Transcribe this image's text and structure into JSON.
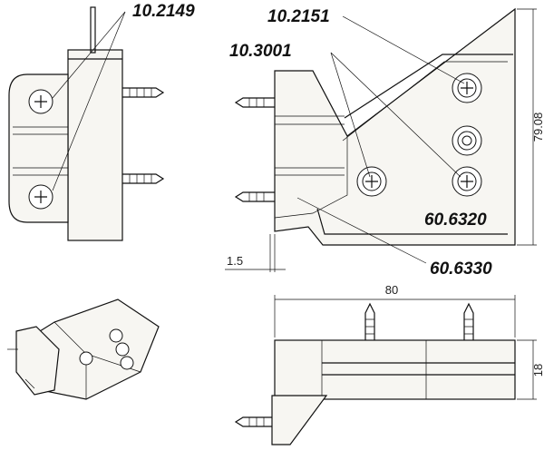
{
  "parts": {
    "p1": "10.2149",
    "p2": "10.2151",
    "p3": "10.3001",
    "p4": "60.6320",
    "p5": "60.6330"
  },
  "dimensions": {
    "height": "79.08",
    "offset": "1.5",
    "width": "80",
    "depth": "18"
  }
}
